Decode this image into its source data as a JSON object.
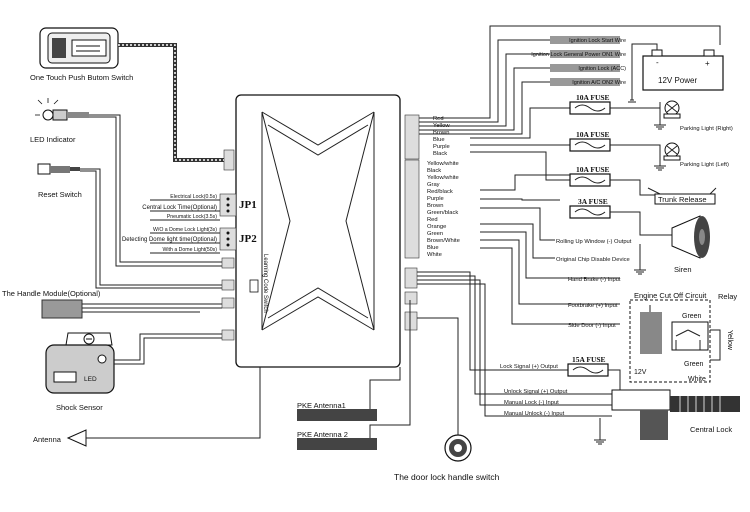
{
  "components": {
    "push_switch": "One Touch Push Butom Switch",
    "led": "LED  Indicator",
    "reset": "Reset Switch",
    "handle_module": "The Handle Module(Optional)",
    "shock_sensor": "Shock Sensor",
    "shock_led": "LED",
    "antenna": "Antenna",
    "pke1": "PKE Antenna1",
    "pke2": "PKE Antenna 2",
    "door_switch": "The door lock handle switch",
    "learning": "Learning Code Switch",
    "power": "12V Power",
    "parking_right": "Parking Light (Right)",
    "parking_left": "Parking Light (Left)",
    "trunk": "Trunk Release",
    "siren": "Siren",
    "engine_cut": "Engine Cut Off Circuit",
    "relay": "Relay",
    "relay_12v": "12V",
    "relay_green1": "Green",
    "relay_green2": "Green",
    "relay_white": "White",
    "relay_yellow": "Yellow",
    "central_lock": "Central Lock"
  },
  "jumpers": {
    "jp1": "JP1",
    "jp2": "JP2",
    "jp1_options": [
      "Electrical Lock(0.5s)",
      "Central Lock Time(Optional)",
      "Pneumatic Lock(3.5s)"
    ],
    "jp2_options": [
      "W/O a Dome Lock Light(3s)",
      "Detecting Dome light time(Optional)",
      "With a Dome Light(50s)"
    ]
  },
  "ignition_wires": [
    "Ignition Lock Start Wire",
    "Ignition Lock General Power ON1 Wire",
    "Ignition Lock (ACC)",
    "Ignition A/C ON2 Wire"
  ],
  "wire_colors_group1": [
    "Red",
    "Yellow",
    "Brown",
    "Blue",
    "Purple",
    "Black"
  ],
  "wire_colors_group2": [
    "Yellow/white",
    "Black",
    "Yellow/white",
    "Gray",
    "Red/black",
    "Purple",
    "Brown",
    "Green/black",
    "Red",
    "Orange",
    "Green",
    "Brown/White",
    "Blue",
    "White"
  ],
  "fuses": [
    "10A FUSE",
    "10A FUSE",
    "10A FUSE",
    "3A FUSE",
    "15A FUSE"
  ],
  "outputs": {
    "rolling_up": "Rolling Up Window (-) Output",
    "original_chip": "Original Chip Disable Device",
    "hand_brake": "Hand Brake (-) Input",
    "foot_brake": "Footbrake (+) Input",
    "side_door": "Side Door (-) Input",
    "lock_signal": "Lock Signal (+) Output",
    "unlock_signal": "Unlock Signal (+) Output",
    "manual_lock": "Manual  Lock (-) Input",
    "manual_unlock": "Manual  Unlock (-) Input"
  }
}
